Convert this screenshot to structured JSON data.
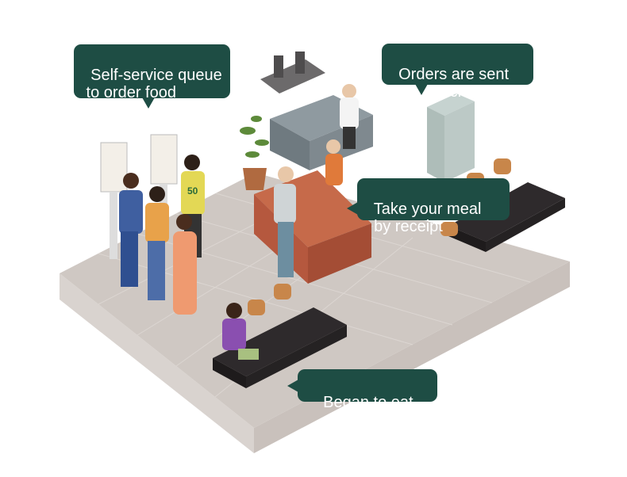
{
  "callouts": {
    "queue": "Self-service queue\n to order food",
    "kitchen": "Orders are sent\nto the kitchen",
    "receipt": "Take your meal\n  by receipt",
    "eat": "Began to eat"
  },
  "kiosk_label": "50",
  "colors": {
    "callout": "#1e4d44",
    "floor": "#cdc5c0",
    "brick": "#b5583e",
    "table": "#2e2a2c",
    "chair": "#c8864a"
  }
}
